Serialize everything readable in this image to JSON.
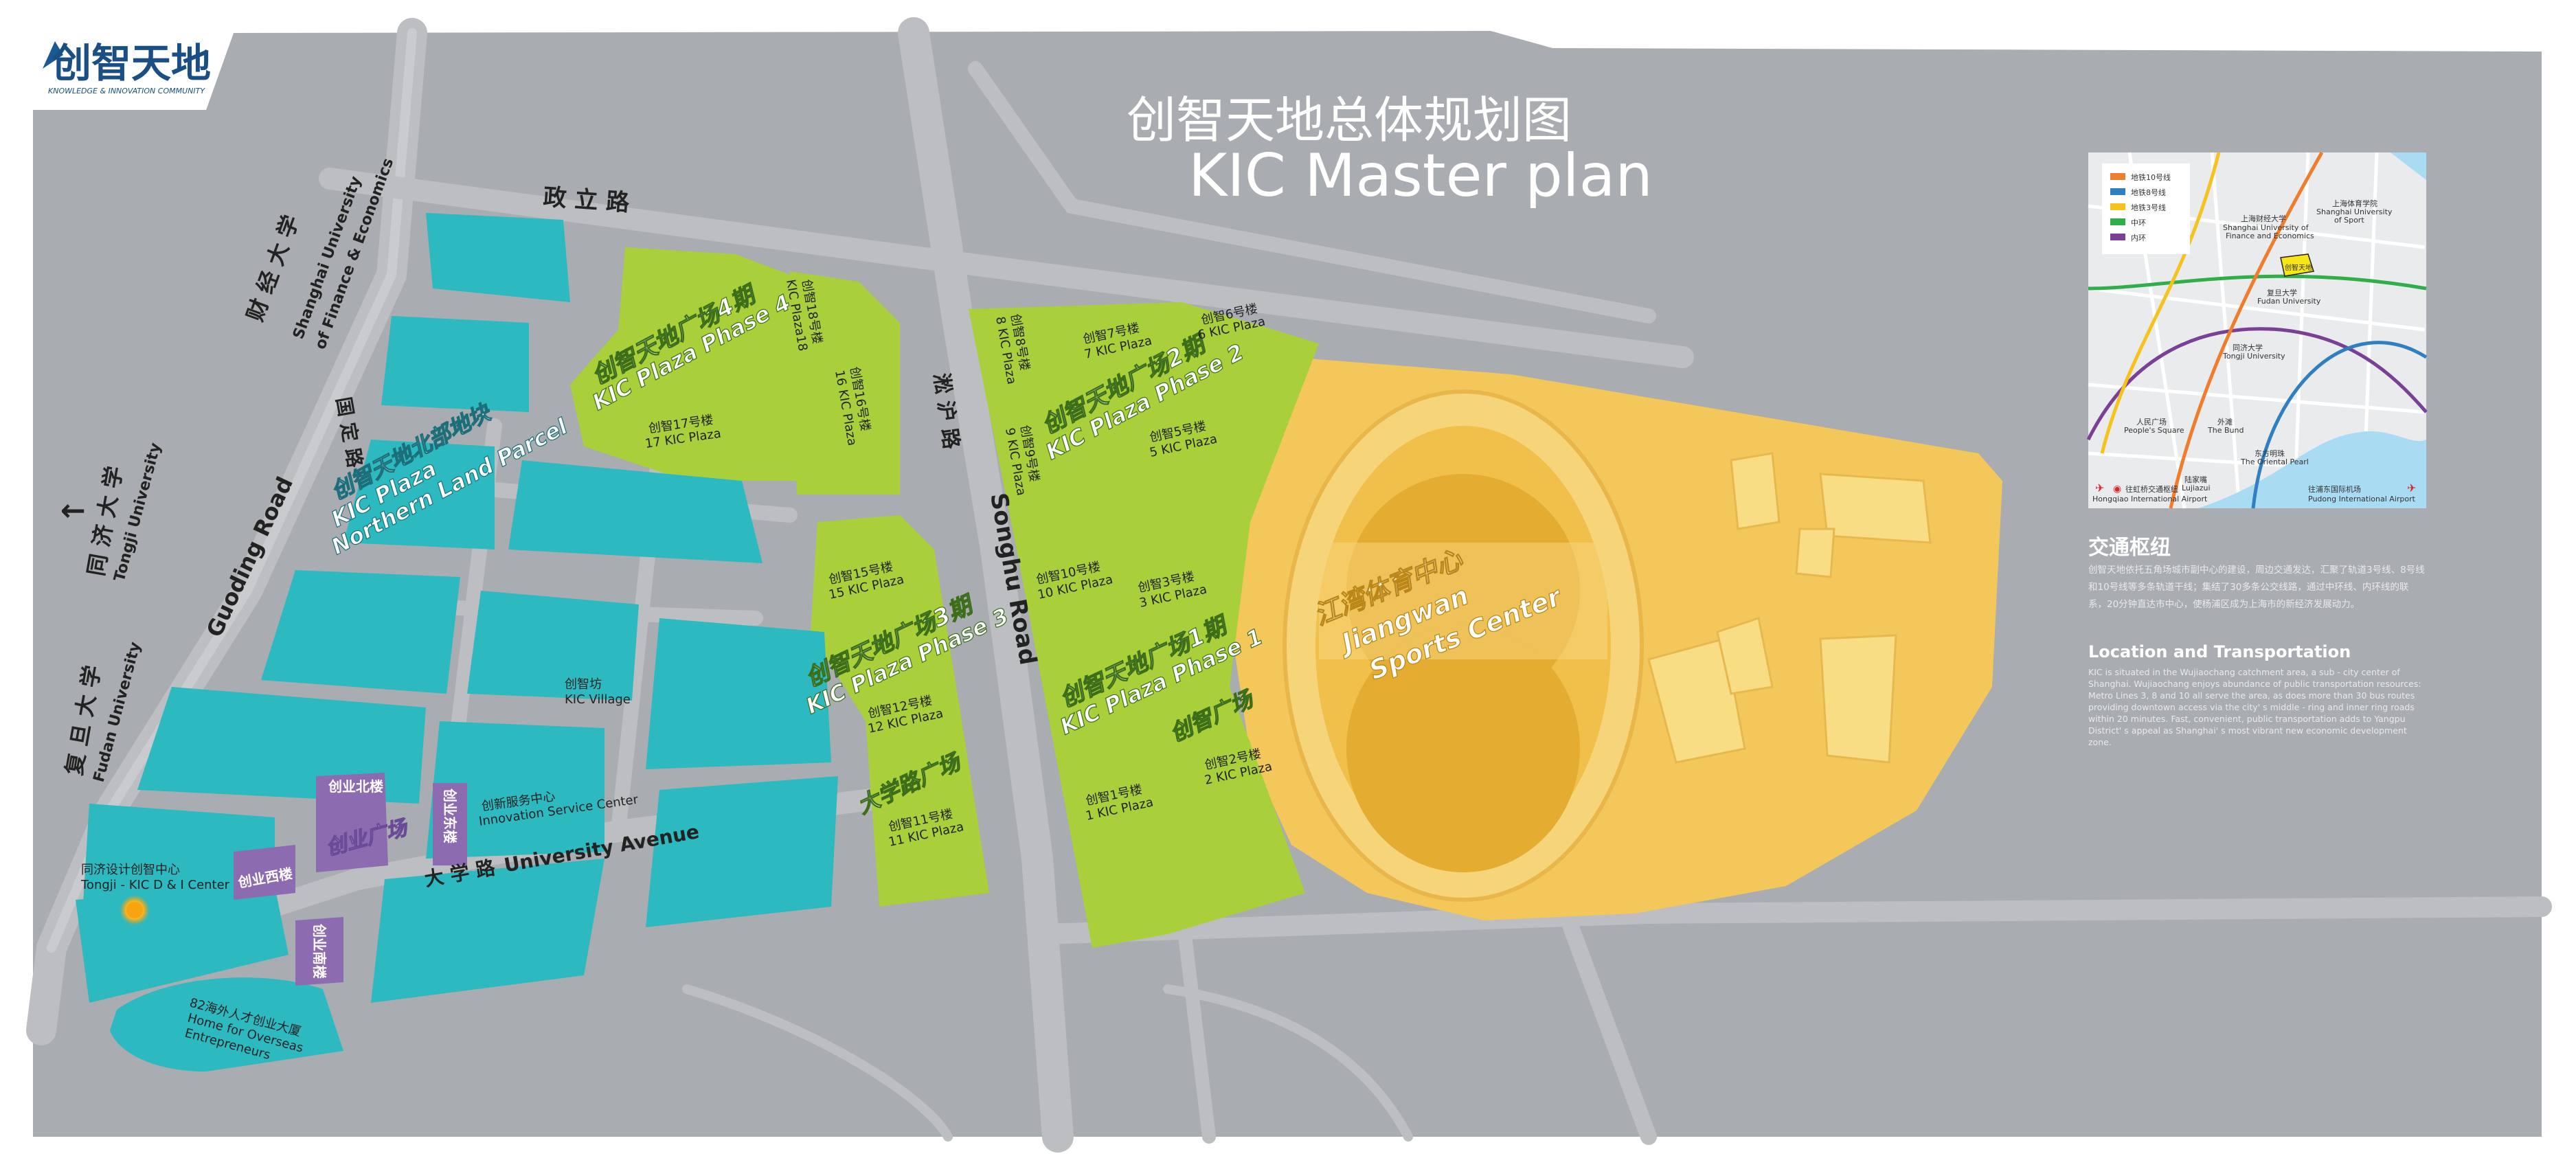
{
  "brand": {
    "logo_cn": "创智天地",
    "logo_en": "KNOWLEDGE & INNOVATION COMMUNITY"
  },
  "header": {
    "title_cn": "创智天地总体规划图",
    "title_en": "KIC Master plan"
  },
  "colors": {
    "background": "#a9acb0",
    "teal_block": "#2db9c0",
    "green_zone": "#a9d03a",
    "yellow_zone": "#f3c75a",
    "purple_block": "#8c6bb1",
    "road": "#bcbec1",
    "white_text": "#ffffff"
  },
  "roads": {
    "zhengli_cn": "政 立 路",
    "guoding_cn": "国 定 路",
    "guoding_en": "Guoding Road",
    "songhu_cn": "淞 沪 路",
    "songhu_en": "Songhu Road",
    "daxue_cn": "大 学 路",
    "daxue_en": "University Avenue"
  },
  "universities": {
    "sufe_cn": "财 经 大 学",
    "sufe_en_1": "Shanghai University",
    "sufe_en_2": "of Finance & Economics",
    "tongji_cn": "同 济 大 学",
    "tongji_en": "Tongji University",
    "fudan_cn": "复 旦 大 学",
    "fudan_en": "Fudan University",
    "tongji_arrow": "←"
  },
  "zones": {
    "phase4_cn": "创智天地广场4期",
    "phase4_en": "KIC Plaza Phase 4",
    "phase2_cn": "创智天地广场2期",
    "phase2_en": "KIC Plaza Phase 2",
    "phase3_cn": "创智天地广场3期",
    "phase3_en": "KIC Plaza Phase 3",
    "phase1_cn": "创智天地广场1期",
    "phase1_en": "KIC Plaza Phase 1",
    "northern_cn": "创智天地北部地块",
    "northern_en_1": "KIC Plaza",
    "northern_en_2": "Northern Land Parcel",
    "jiangwan_cn": "江湾体育中心",
    "jiangwan_en_1": "Jiangwan",
    "jiangwan_en_2": "Sports Center",
    "daxuelu_plaza": "大学路广场",
    "chuangzhi_plaza": "创智广场",
    "chuangye_plaza": "创业广场"
  },
  "buildings": {
    "b18_cn": "创智18号楼",
    "b18_en": "KIC Plaza18",
    "b17_cn": "创智17号楼",
    "b17_en": "17 KIC Plaza",
    "b16_cn": "创智16号楼",
    "b16_en": "16 KIC Plaza",
    "b8_cn": "创智8号楼",
    "b8_en": "8 KIC Plaza",
    "b7_cn": "创智7号楼",
    "b7_en": "7 KIC Plaza",
    "b6_cn": "创智6号楼",
    "b6_en": "6 KIC Plaza",
    "b9_cn": "创智9号楼",
    "b9_en": "9 KIC Plaza",
    "b5_cn": "创智5号楼",
    "b5_en": "5 KIC Plaza",
    "b10_cn": "创智10号楼",
    "b10_en": "10 KIC Plaza",
    "b3_cn": "创智3号楼",
    "b3_en": "3 KIC Plaza",
    "b15_cn": "创智15号楼",
    "b15_en": "15 KIC Plaza",
    "b12_cn": "创智12号楼",
    "b12_en": "12 KIC Plaza",
    "b11_cn": "创智11号楼",
    "b11_en": "11 KIC Plaza",
    "b1_cn": "创智1号楼",
    "b1_en": "1 KIC Plaza",
    "b2_cn": "创智2号楼",
    "b2_en": "2 KIC Plaza",
    "village_cn": "创智坊",
    "village_en": "KIC Village",
    "innovation_cn": "创新服务中心",
    "innovation_en": "Innovation Service Center",
    "tongji_dic_cn": "同济设计创智中心",
    "tongji_dic_en": "Tongji - KIC D & I Center",
    "overseas_cn": "82海外人才创业大厦",
    "overseas_en_1": "Home for Overseas",
    "overseas_en_2": "Entrepreneurs",
    "cy_north": "创业北楼",
    "cy_east": "创业东楼",
    "cy_west": "创业西楼",
    "cy_south": "创业南楼"
  },
  "inset_map": {
    "legend": [
      {
        "label": "地铁10号线",
        "color": "#ef7d2c"
      },
      {
        "label": "地铁8号线",
        "color": "#2f7fc1"
      },
      {
        "label": "地铁3号线",
        "color": "#f6c21c"
      },
      {
        "label": "中环",
        "color": "#2fae49"
      },
      {
        "label": "内环",
        "color": "#7a3f97"
      }
    ],
    "labels": {
      "sport_cn": "上海体育学院",
      "sport_en_1": "Shanghai University",
      "sport_en_2": "of Sport",
      "sufe_cn": "上海财经大学",
      "sufe_en_1": "Shanghai University of",
      "sufe_en_2": "Finance and Economics",
      "kic_cn": "创智天地",
      "fudan_cn": "复旦大学",
      "fudan_en": "Fudan University",
      "tongji_cn": "同济大学",
      "tongji_en": "Tongji University",
      "people_cn": "人民广场",
      "people_en": "People's Square",
      "bund_cn": "外滩",
      "bund_en": "The Bund",
      "pearl_cn": "东方明珠",
      "pearl_en": "The Oriental Pearl",
      "lujiazui_cn": "陆家嘴",
      "lujiazui_en": "Lujiazui",
      "hongqiao_cn": "往虹桥交通枢纽",
      "hongqiao_en": "Hongqiao International Airport",
      "pudong_cn": "往浦东国际机场",
      "pudong_en": "Pudong International Airport"
    }
  },
  "transport": {
    "heading_cn": "交通枢纽",
    "para_cn": "创智天地依托五角场城市副中心的建设，周边交通发达，汇聚了轨道3号线、8号线和10号线等多条轨道干线；集结了30多条公交线路，通过中环线、内环线的联系，20分钟直达市中心，使杨浦区成为上海市的新经济发展动力。",
    "heading_en": "Location and Transportation",
    "para_en": "KIC is situated in the Wujiaochang catchment area, a sub - city center of Shanghai. Wujiaochang enjoys abundance of public transportation resources: Metro Lines 3, 8 and 10 all serve the area, as does more than 30 bus routes providing downtown access via the city' s middle - ring and inner ring roads within 20 minutes. Fast, convenient, public transportation adds to Yangpu District' s appeal as Shanghai' s most vibrant new economic development zone."
  }
}
